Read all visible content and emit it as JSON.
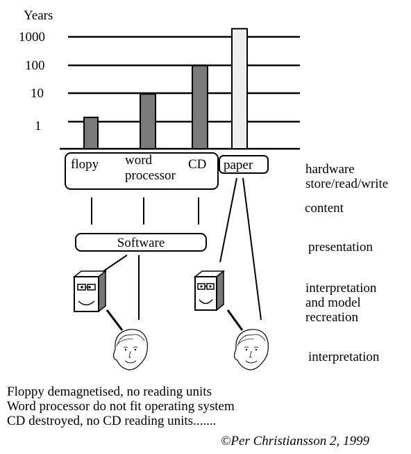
{
  "chart_data": {
    "type": "bar",
    "ylabel": "Years",
    "scale": "log",
    "y_ticks": [
      "1000",
      "100",
      "10",
      "1"
    ],
    "categories": [
      "flopy",
      "word processor",
      "CD",
      "paper"
    ],
    "values": [
      1.5,
      10,
      100,
      2000
    ]
  },
  "boxes": {
    "hardware_labels": [
      "flopy",
      "word",
      "processor",
      "CD"
    ],
    "paper_label": "paper",
    "software_label": "Software"
  },
  "layers": [
    "hardware",
    "store/read/write",
    "content",
    "presentation",
    "interpretation",
    "and model",
    "recreation",
    "interpretation"
  ],
  "notes": [
    "Floppy demagnetised, no reading units",
    "Word processor do not fit operating system",
    "CD destroyed, no CD reading units......."
  ],
  "copyright": "©Per Christiansson  2, 1999"
}
